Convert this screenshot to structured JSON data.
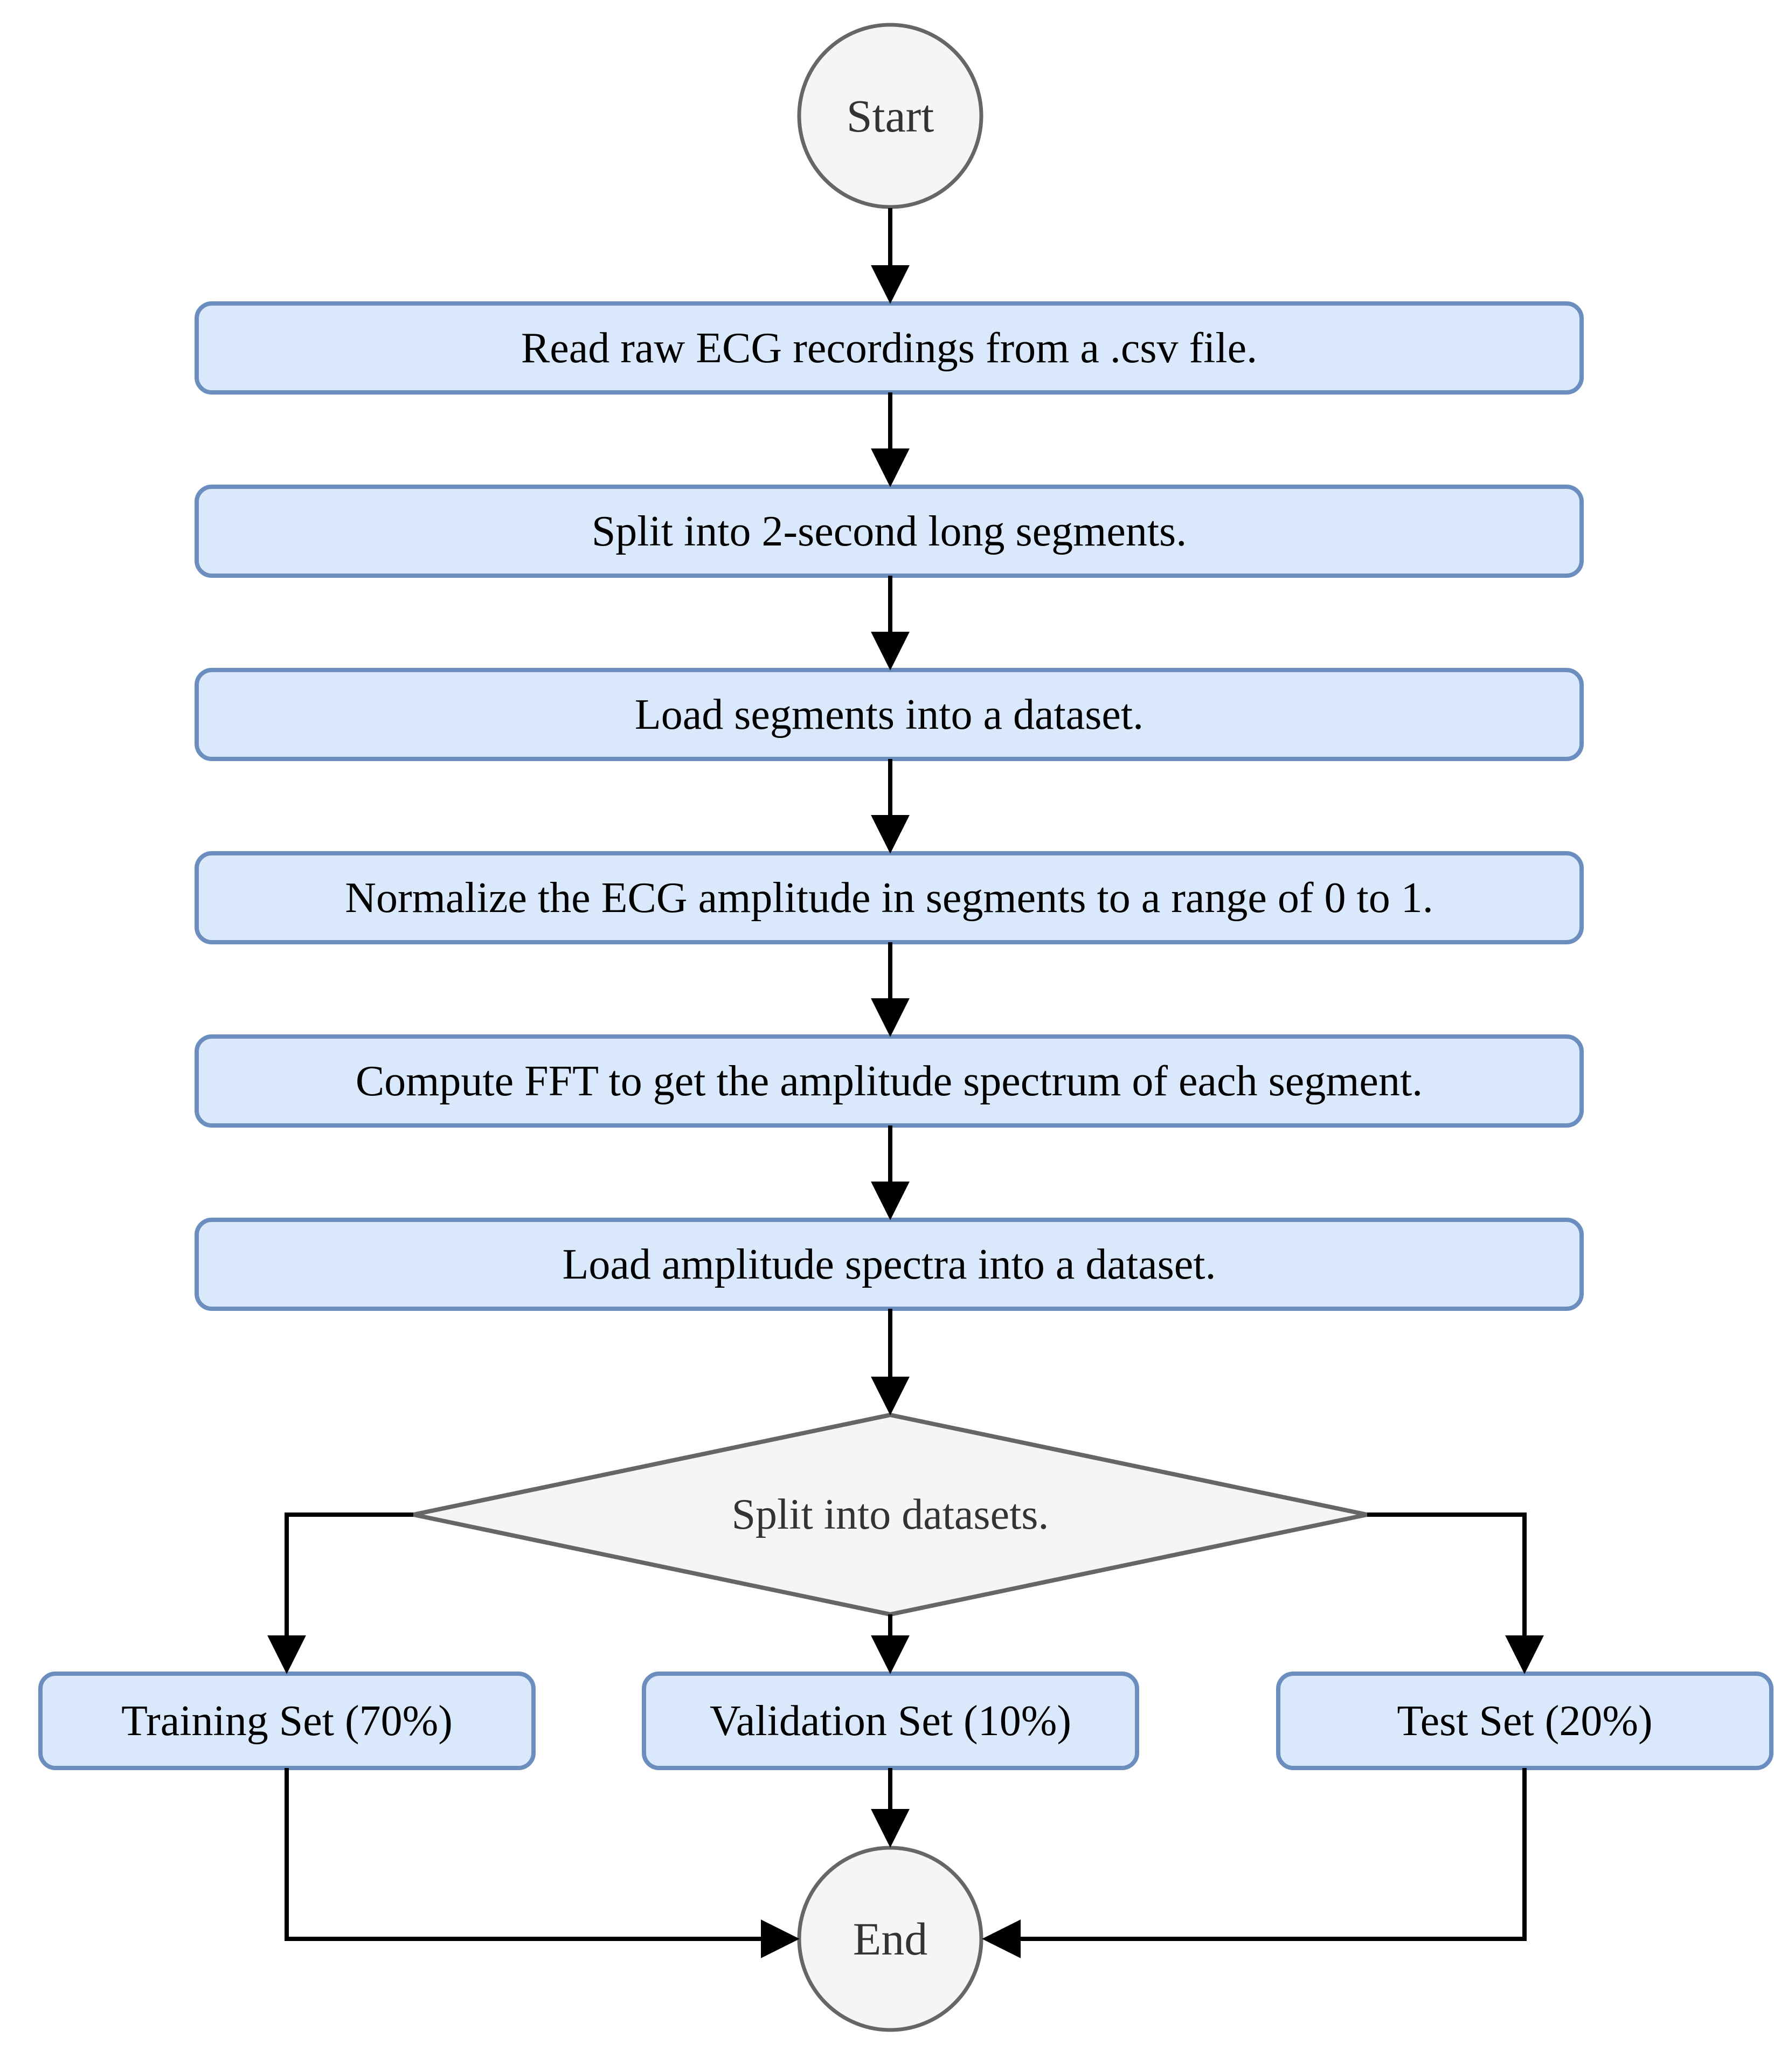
{
  "flowchart": {
    "start": {
      "label": "Start"
    },
    "steps": [
      {
        "label": "Read raw ECG recordings from a .csv file."
      },
      {
        "label": "Split into 2-second long segments."
      },
      {
        "label": "Load segments into a dataset."
      },
      {
        "label": "Normalize the ECG amplitude in segments to a range of 0 to 1."
      },
      {
        "label": "Compute FFT to get the amplitude spectrum of each segment."
      },
      {
        "label": "Load amplitude spectra into a dataset."
      }
    ],
    "decision": {
      "label": "Split into datasets."
    },
    "branches": [
      {
        "label": "Training Set (70%)"
      },
      {
        "label": "Validation Set (10%)"
      },
      {
        "label": "Test Set (20%)"
      }
    ],
    "end": {
      "label": "End"
    },
    "colors": {
      "process_fill": "#dae8fc",
      "process_border": "#6c8ebf",
      "terminal_fill": "#f5f5f5",
      "terminal_border": "#666666",
      "arrow": "#000000",
      "process_text": "#000000",
      "terminal_text": "#333333"
    }
  }
}
